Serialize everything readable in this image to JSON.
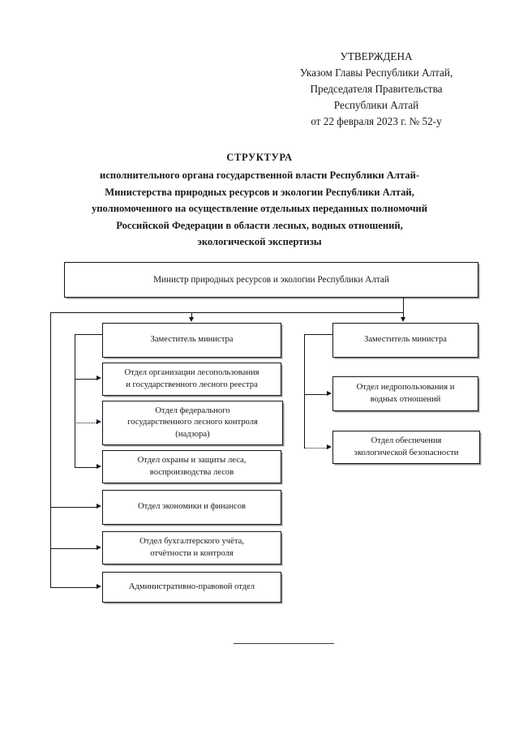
{
  "approval": {
    "lines": [
      "УТВЕРЖДЕНА",
      "Указом Главы Республики Алтай,",
      "Председателя Правительства",
      "Республики Алтай",
      "от 22 февраля 2023 г. № 52-у"
    ]
  },
  "title": {
    "heading": "СТРУКТУРА",
    "lines": [
      "исполнительного органа государственной власти Республики Алтай-",
      "Министерства природных ресурсов и экологии Республики Алтай,",
      "уполномоченного на осуществление отдельных переданных полномочий",
      "Российской Федерации в области лесных, водных отношений,",
      "экологической экспертизы"
    ]
  },
  "chart_data": {
    "type": "diagram",
    "title": "Структура исполнительного органа государственной власти Республики Алтай",
    "nodes": {
      "minister": "Министр природных ресурсов и экологии Республики Алтай",
      "deputy_left": "Заместитель министра",
      "deputy_right": "Заместитель министра",
      "left_departments": [
        {
          "line1": "Отдел организации лесопользования",
          "line2": "и государственного лесного реестра"
        },
        {
          "line1": "Отдел федерального",
          "line2": "государственного лесного контроля",
          "line3": "(надзора)"
        },
        {
          "line1": "Отдел охраны и защиты леса,",
          "line2": "воспроизводства лесов"
        },
        {
          "line1": "Отдел экономики и финансов"
        },
        {
          "line1": "Отдел бухгалтерского учёта,",
          "line2": "отчётности и контроля"
        },
        {
          "line1": "Административно-правовой отдел"
        }
      ],
      "right_departments": [
        {
          "line1": "Отдел недропользования и",
          "line2": "водных отношений"
        },
        {
          "line1": "Отдел обеспечения",
          "line2": "экологической безопасности"
        }
      ]
    },
    "edges": [
      {
        "from": "minister",
        "to": "deputy_left",
        "style": "solid"
      },
      {
        "from": "minister",
        "to": "deputy_right",
        "style": "solid"
      },
      {
        "from": "deputy_left",
        "to": "left_departments.0",
        "style": "solid"
      },
      {
        "from": "deputy_left",
        "to": "left_departments.1",
        "style": "dotted"
      },
      {
        "from": "deputy_left",
        "to": "left_departments.2",
        "style": "solid"
      },
      {
        "from": "minister",
        "to": "left_departments.3",
        "style": "solid"
      },
      {
        "from": "minister",
        "to": "left_departments.4",
        "style": "solid"
      },
      {
        "from": "minister",
        "to": "left_departments.5",
        "style": "solid"
      },
      {
        "from": "deputy_right",
        "to": "right_departments.0",
        "style": "solid"
      },
      {
        "from": "deputy_right",
        "to": "right_departments.1",
        "style": "dotted"
      }
    ],
    "colors": {
      "line": "#12161c",
      "box_border": "#12161c",
      "background": "#ffffff"
    }
  }
}
